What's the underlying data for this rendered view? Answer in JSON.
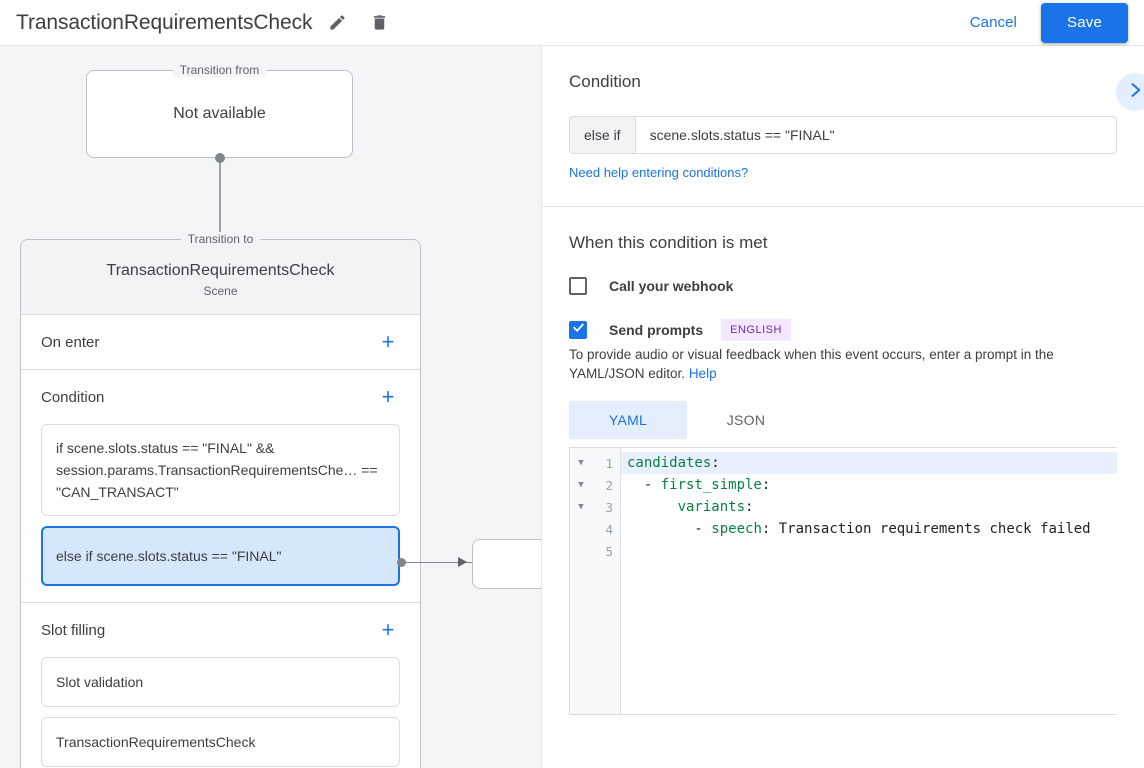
{
  "topbar": {
    "title": "TransactionRequirementsCheck",
    "edit_icon": "pencil-icon",
    "delete_icon": "trash-icon",
    "cancel_label": "Cancel",
    "save_label": "Save"
  },
  "canvas": {
    "transition_from": {
      "legend": "Transition from",
      "text": "Not available"
    },
    "transition_to": {
      "legend": "Transition to",
      "title": "TransactionRequirementsCheck",
      "subtitle": "Scene"
    },
    "sections": [
      {
        "label": "On enter",
        "add": "+",
        "items": []
      },
      {
        "label": "Condition",
        "add": "+",
        "items": [
          {
            "text": "if scene.slots.status == \"FINAL\" && session.params.TransactionRequirementsChe… == \"CAN_TRANSACT\"",
            "selected": false
          },
          {
            "text": "else if scene.slots.status == \"FINAL\"",
            "selected": true
          }
        ]
      },
      {
        "label": "Slot filling",
        "add": "+",
        "items": [
          {
            "text": "Slot validation",
            "selected": false
          },
          {
            "text": "TransactionRequirementsCheck",
            "selected": false
          }
        ]
      }
    ]
  },
  "panel": {
    "expand_icon": "chevron-right-icon",
    "condition": {
      "heading": "Condition",
      "prefix": "else if",
      "value": "scene.slots.status == \"FINAL\"",
      "help_link": "Need help entering conditions?"
    },
    "when_met": {
      "heading": "When this condition is met",
      "webhook": {
        "label": "Call your webhook",
        "checked": false
      },
      "prompts": {
        "label": "Send prompts",
        "checked": true,
        "badge": "ENGLISH"
      },
      "helper_text": "To provide audio or visual feedback when this event occurs, enter a prompt in the YAML/JSON editor.",
      "helper_link": "Help"
    },
    "editor": {
      "tabs": [
        {
          "label": "YAML",
          "active": true
        },
        {
          "label": "JSON",
          "active": false
        }
      ],
      "lines": [
        {
          "num": "1",
          "fold": true,
          "highlight": true,
          "indent": "",
          "key": "candidates",
          "colon": ":",
          "rest": ""
        },
        {
          "num": "2",
          "fold": true,
          "highlight": false,
          "indent": "  - ",
          "key": "first_simple",
          "colon": ":",
          "rest": ""
        },
        {
          "num": "3",
          "fold": true,
          "highlight": false,
          "indent": "      ",
          "key": "variants",
          "colon": ":",
          "rest": ""
        },
        {
          "num": "4",
          "fold": false,
          "highlight": false,
          "indent": "        - ",
          "key": "speech",
          "colon": ":",
          "rest": " Transaction requirements check failed"
        },
        {
          "num": "5",
          "fold": false,
          "highlight": false,
          "indent": "",
          "key": "",
          "colon": "",
          "rest": ""
        }
      ]
    }
  },
  "colors": {
    "accent_blue": "#1a73e8",
    "selected_chip_bg": "#d7e7fb",
    "badge_purple_bg": "#f3e8fd",
    "badge_purple_fg": "#7627bb",
    "yaml_key_green": "#0b8043",
    "canvas_bg": "#f4f5f7"
  }
}
